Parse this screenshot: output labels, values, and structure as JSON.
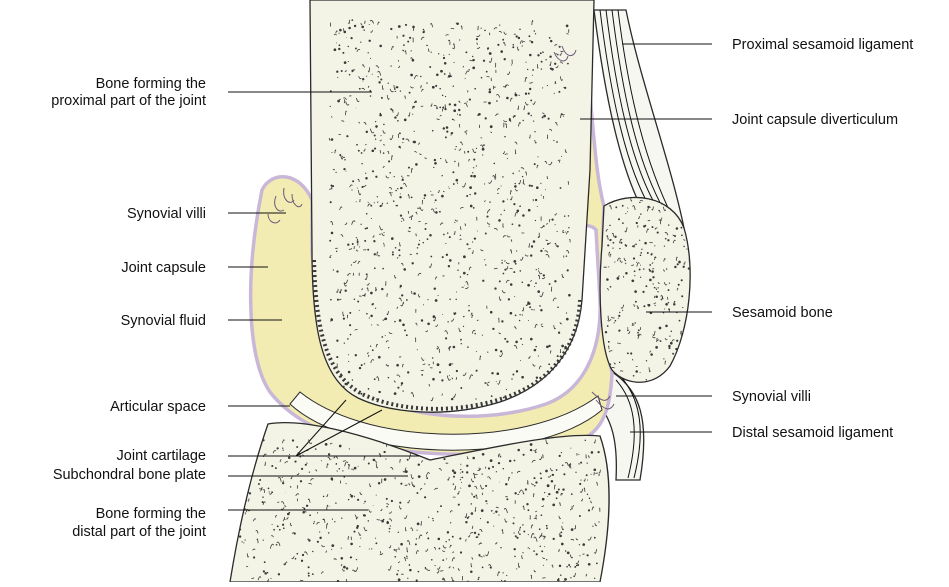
{
  "colors": {
    "bone": "#f4f4e6",
    "bone_stipple": "#3a3a3a",
    "synovial_fluid": "#f3ecb2",
    "capsule_edge": "#c9b7d8",
    "cartilage": "#fbfbf6",
    "ligament": "#f7f7f2"
  },
  "labels": {
    "left": {
      "bone_proximal_1": "Bone forming the",
      "bone_proximal_2": "proximal part of the joint",
      "synovial_villi": "Synovial villi",
      "joint_capsule": "Joint capsule",
      "synovial_fluid": "Synovial fluid",
      "articular_space": "Articular space",
      "joint_cartilage": "Joint cartilage",
      "subchondral_plate": "Subchondral bone plate",
      "bone_distal_1": "Bone forming the",
      "bone_distal_2": "distal part of the joint"
    },
    "right": {
      "proximal_sesamoid_ligament": "Proximal sesamoid ligament",
      "joint_capsule_diverticulum": "Joint capsule diverticulum",
      "sesamoid_bone": "Sesamoid bone",
      "synovial_villi": "Synovial villi",
      "distal_sesamoid_ligament": "Distal sesamoid ligament"
    }
  }
}
